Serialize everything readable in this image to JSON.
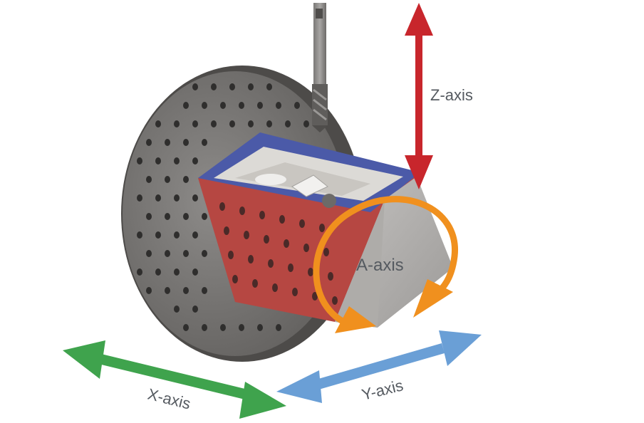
{
  "labels": {
    "z_axis": "Z-axis",
    "a_axis": "A-axis",
    "x_axis": "X-axis",
    "y_axis": "Y-axis"
  },
  "colors": {
    "z_axis": "#c8262c",
    "a_axis": "#f0901e",
    "x_axis": "#3fa34d",
    "y_axis": "#6a9fd6",
    "tombstone_frame": "#4b5aa8",
    "tombstone_side": "#b64742",
    "fixture_plate": "#7a7876",
    "end_block": "#b5b3b1"
  }
}
